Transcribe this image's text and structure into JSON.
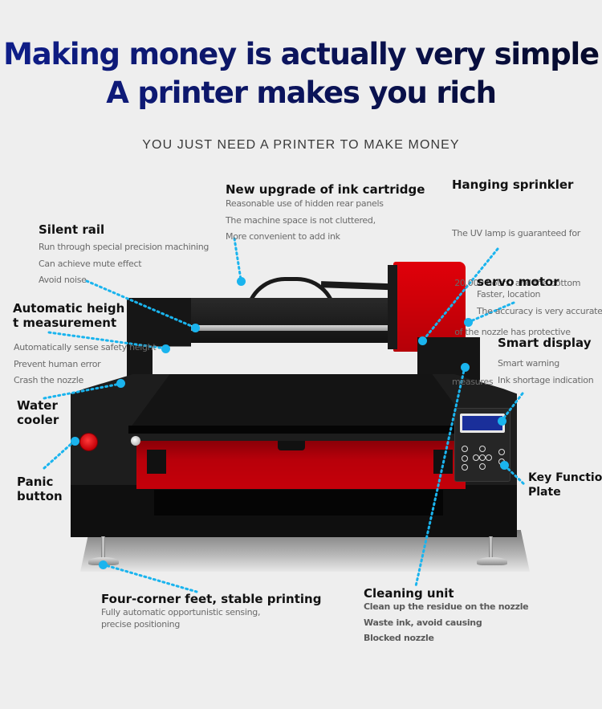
{
  "hero": {
    "line1": "Making money is actually very simple",
    "line2": "A printer makes you rich",
    "subtitle": "YOU JUST NEED A PRINTER TO MAKE MONEY"
  },
  "features": {
    "silent_rail": {
      "title": "Silent rail",
      "desc": [
        "Run through special precision machining",
        "Can achieve mute effect",
        "Avoid noise"
      ]
    },
    "ink_cartridge": {
      "title": "New upgrade of ink cartridge",
      "desc": [
        "Reasonable use of hidden rear panels",
        "The machine space is not cluttered,",
        "More convenient to add ink"
      ]
    },
    "hanging_sprinkler": {
      "title": "Hanging sprinkler",
      "desc": [
        "The UV lamp is guaranteed for",
        " 20,000 hours, and the bottom",
        " of the nozzle has protective",
        "measures"
      ]
    },
    "auto_height": {
      "title_line1": "Automatic heigh",
      "title_line2": "t measurement",
      "desc": [
        "Automatically sense safety height",
        "Prevent human error",
        "Crash the nozzle"
      ]
    },
    "servo_motor": {
      "title": "servo motor",
      "desc": [
        "Faster, location",
        "The accuracy is very accurate."
      ]
    },
    "smart_display": {
      "title": "Smart display",
      "desc": [
        "Smart warning",
        "Ink shortage indication"
      ]
    },
    "water_cooler": {
      "title_line1": "Water",
      "title_line2": "cooler"
    },
    "panic_button": {
      "title_line1": "Panic",
      "title_line2": "button"
    },
    "key_function": {
      "title_line1": "Key Function",
      "title_line2": "Plate"
    },
    "feet": {
      "title": "Four-corner feet, stable printing",
      "desc": [
        "Fully automatic opportunistic sensing,",
        "precise positioning"
      ]
    },
    "cleaning_unit": {
      "title": "Cleaning unit",
      "desc": [
        "Clean up the residue on the nozzle",
        "Waste ink, avoid causing",
        "Blocked nozzle"
      ]
    }
  },
  "colors": {
    "background": "#eeeeee",
    "title_navy": "#0f1e8a",
    "accent_dot": "#1ab4ee",
    "printer_red": "#c8000a",
    "printer_black": "#1c1c1c",
    "display_blue": "#1a2f9a"
  },
  "icons": {
    "callout_marker": "cyan-dot",
    "emergency_stop": "red-mushroom-button"
  }
}
